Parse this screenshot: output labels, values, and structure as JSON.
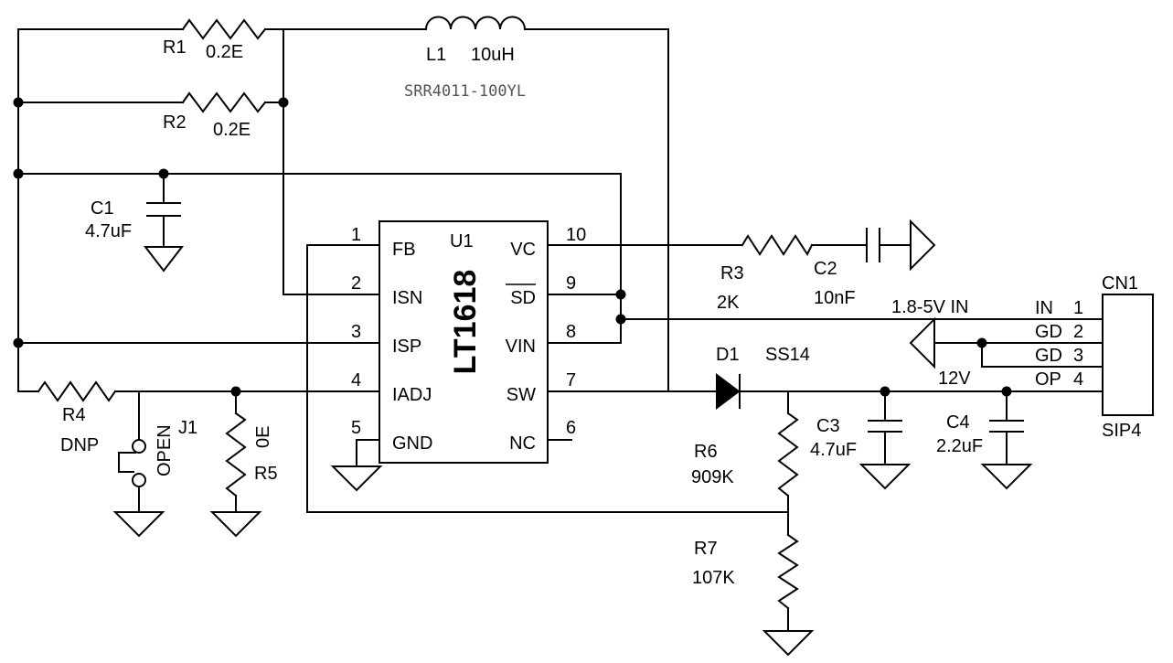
{
  "ic": {
    "ref": "U1",
    "name": "LT1618",
    "pins_left": [
      {
        "num": "1",
        "name": "FB"
      },
      {
        "num": "2",
        "name": "ISN"
      },
      {
        "num": "3",
        "name": "ISP"
      },
      {
        "num": "4",
        "name": "IADJ"
      },
      {
        "num": "5",
        "name": "GND"
      }
    ],
    "pins_right": [
      {
        "num": "10",
        "name": "VC"
      },
      {
        "num": "9",
        "name": "SD"
      },
      {
        "num": "8",
        "name": "VIN"
      },
      {
        "num": "7",
        "name": "SW"
      },
      {
        "num": "6",
        "name": "NC"
      }
    ]
  },
  "components": {
    "r1": {
      "ref": "R1",
      "value": "0.2E"
    },
    "r2": {
      "ref": "R2",
      "value": "0.2E"
    },
    "l1": {
      "ref": "L1",
      "value": "10uH",
      "part": "SRR4011-100YL"
    },
    "c1": {
      "ref": "C1",
      "value": "4.7uF"
    },
    "r3": {
      "ref": "R3",
      "value": "2K"
    },
    "c2": {
      "ref": "C2",
      "value": "10nF"
    },
    "r4": {
      "ref": "R4",
      "value": "DNP"
    },
    "j1": {
      "ref": "J1",
      "value": "OPEN"
    },
    "r5": {
      "ref": "R5",
      "value": "0E"
    },
    "d1": {
      "ref": "D1",
      "value": "SS14"
    },
    "r6": {
      "ref": "R6",
      "value": "909K"
    },
    "r7": {
      "ref": "R7",
      "value": "107K"
    },
    "c3": {
      "ref": "C3",
      "value": "4.7uF"
    },
    "c4": {
      "ref": "C4",
      "value": "2.2uF"
    }
  },
  "connector": {
    "ref": "CN1",
    "type": "SIP4",
    "pins": [
      {
        "num": "1",
        "name": "IN"
      },
      {
        "num": "2",
        "name": "GD"
      },
      {
        "num": "3",
        "name": "GD"
      },
      {
        "num": "4",
        "name": "OP"
      }
    ]
  },
  "nets": {
    "input": "1.8-5V IN",
    "output": "12V"
  }
}
